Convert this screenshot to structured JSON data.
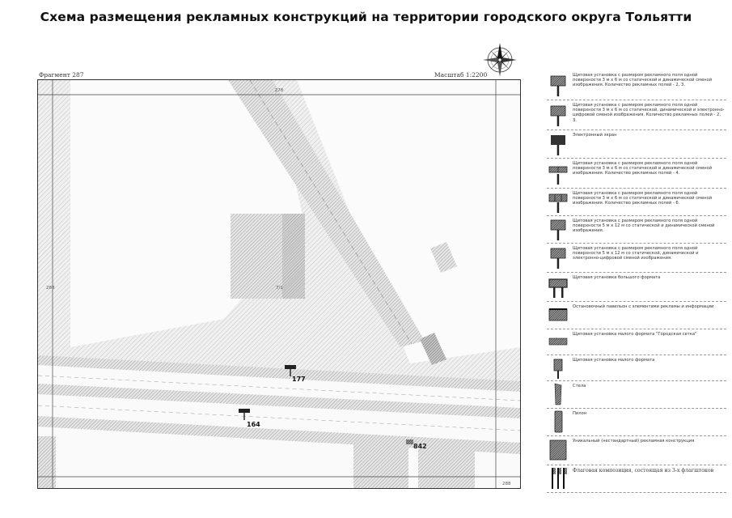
{
  "title": "Схема размещения рекламных конструкций на территории городского округа Тольятти",
  "fragment": "Фрагмент 287",
  "scale": "Масштаб 1:2200",
  "map": {
    "grid_labels": {
      "top": "278",
      "left": "288",
      "bottom_right": "288"
    },
    "parcel_label": "7/1",
    "markers": [
      {
        "id": "177",
        "label": "177",
        "icon": "billboard-marker"
      },
      {
        "id": "164",
        "label": "164",
        "icon": "billboard-marker"
      },
      {
        "id": "842",
        "label": "842",
        "icon": "small-format-marker"
      }
    ]
  },
  "legend": [
    {
      "icon": "billboard-3x6-static-icon",
      "text": "Щитовая установка с размером рекламного поля одной поверхности 3 м х 6 м со статической и динамической сменой изображения. Количество рекламных полей - 2, 3."
    },
    {
      "icon": "billboard-3x6-digital-icon",
      "text": "Щитовая установка с размером рекламного поля одной поверхности 3 м х 6 м со статической, динамической и электронно-цифровой сменой изображения. Количество рекламных полей - 2, 3."
    },
    {
      "icon": "electronic-screen-icon",
      "text": "Электронный экран"
    },
    {
      "icon": "billboard-4-fields-icon",
      "text": "Щитовая установка с размером рекламного поля одной поверхности 3 м х 6 м со статической и динамической сменой изображения. Количество рекламных полей - 4."
    },
    {
      "icon": "billboard-6-fields-icon",
      "text": "Щитовая установка с размером рекламного поля одной поверхности 3 м х 6 м со статической и динамической сменой изображения. Количество рекламных полей - 6."
    },
    {
      "icon": "billboard-5x12-static-icon",
      "text": "Щитовая установка с размером рекламного поля одной поверхности 5 м х 12 м со статической и динамической сменой изображения."
    },
    {
      "icon": "billboard-5x12-digital-icon",
      "text": "Щитовая установка с размером рекламного поля одной поверхности 5 м х 12 м со статической, динамической и электронно-цифровой сменой изображения."
    },
    {
      "icon": "large-format-icon",
      "text": "Щитовая установка большого формата"
    },
    {
      "icon": "pavilion-icon",
      "text": "Остановочный павильон с элементами рекламы и информации"
    },
    {
      "icon": "small-format-city-icon",
      "text": "Щитовая установка малого формата \"Городская сетка\""
    },
    {
      "icon": "small-format-icon",
      "text": "Щитовая установка малого формата"
    },
    {
      "icon": "stele-icon",
      "text": "Стела"
    },
    {
      "icon": "pylon-icon",
      "text": "Пилон"
    },
    {
      "icon": "unique-structure-icon",
      "text": "Уникальный (нестандартный) рекламная конструкция"
    },
    {
      "icon": "flag-composition-icon",
      "text": "Флаговая композиция, состоящая из 3-х флагштоков"
    }
  ]
}
